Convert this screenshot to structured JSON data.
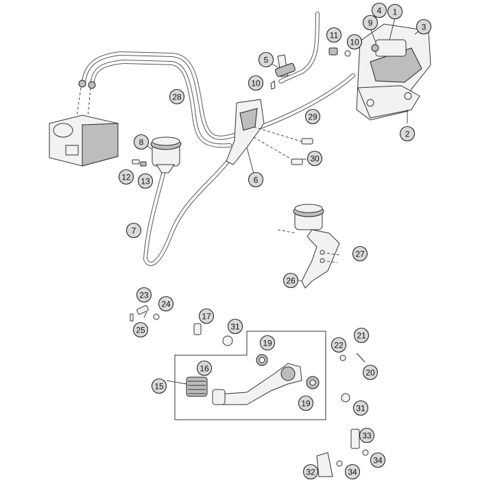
{
  "diagram": {
    "callouts": [
      {
        "label": "1",
        "part": "brake-caliper-body"
      },
      {
        "label": "2",
        "part": "caliper-bracket"
      },
      {
        "label": "3",
        "part": "caliper-housing"
      },
      {
        "label": "4",
        "part": "bleeder-assembly"
      },
      {
        "label": "5",
        "part": "banjo-fitting"
      },
      {
        "label": "6",
        "part": "brake-line-clamp"
      },
      {
        "label": "7",
        "part": "brake-hose-lower"
      },
      {
        "label": "8",
        "part": "fluid-reservoir"
      },
      {
        "label": "9",
        "part": "bleeder-valve"
      },
      {
        "label": "10",
        "part": "seal-ring"
      },
      {
        "label": "10",
        "part": "seal-ring"
      },
      {
        "label": "11",
        "part": "bleeder-cap"
      },
      {
        "label": "12",
        "part": "screw"
      },
      {
        "label": "13",
        "part": "bushing"
      },
      {
        "label": "15",
        "part": "brake-pedal-assembly"
      },
      {
        "label": "16",
        "part": "pedal-spring"
      },
      {
        "label": "17",
        "part": "pivot-bolt"
      },
      {
        "label": "19",
        "part": "bearing"
      },
      {
        "label": "19",
        "part": "bearing"
      },
      {
        "label": "20",
        "part": "return-spring"
      },
      {
        "label": "21",
        "part": "screw"
      },
      {
        "label": "22",
        "part": "nut"
      },
      {
        "label": "23",
        "part": "screw"
      },
      {
        "label": "24",
        "part": "washer"
      },
      {
        "label": "25",
        "part": "pin"
      },
      {
        "label": "26",
        "part": "master-cylinder"
      },
      {
        "label": "27",
        "part": "master-cylinder-screws"
      },
      {
        "label": "28",
        "part": "brake-line-upper"
      },
      {
        "label": "29",
        "part": "brake-line-caliper"
      },
      {
        "label": "30",
        "part": "mounting-screw"
      },
      {
        "label": "31",
        "part": "washer"
      },
      {
        "label": "31",
        "part": "washer"
      },
      {
        "label": "32",
        "part": "switch-bracket"
      },
      {
        "label": "33",
        "part": "brake-light-switch"
      },
      {
        "label": "34",
        "part": "screw"
      },
      {
        "label": "34",
        "part": "screw"
      }
    ]
  }
}
